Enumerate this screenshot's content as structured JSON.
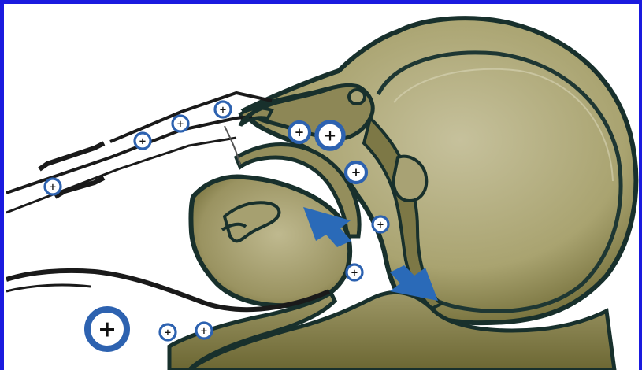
{
  "colors": {
    "frame": "#1a1adf",
    "background": "#ffffff",
    "tissue_light": "#bdb78f",
    "tissue_dark": "#6f6a36",
    "outline": "#1d3a36",
    "badge_ring": "#2d62b0",
    "arrow": "#2a6ab8"
  },
  "badge_symbol": "+",
  "badges": [
    {
      "id": "nasal-1",
      "size": "small"
    },
    {
      "id": "nasal-2",
      "size": "small"
    },
    {
      "id": "nasal-3",
      "size": "small"
    },
    {
      "id": "nasal-4",
      "size": "small"
    },
    {
      "id": "nasopharynx-1",
      "size": "medium"
    },
    {
      "id": "nasopharynx-2",
      "size": "large"
    },
    {
      "id": "oropharynx-1",
      "size": "medium"
    },
    {
      "id": "oropharynx-2",
      "size": "small"
    },
    {
      "id": "hypopharynx-1",
      "size": "small"
    },
    {
      "id": "oral-1",
      "size": "xlarge"
    },
    {
      "id": "oral-2",
      "size": "small"
    },
    {
      "id": "oral-3",
      "size": "small"
    }
  ],
  "arrows": [
    {
      "id": "tongue-up-arrow",
      "direction": "up-left"
    },
    {
      "id": "airway-down-arrow",
      "direction": "down-right"
    }
  ]
}
